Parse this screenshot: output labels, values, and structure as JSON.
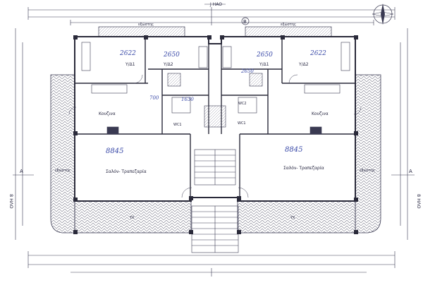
{
  "axes": {
    "top": "J HAO",
    "b_top": "B",
    "b_right": "8 ΗΛΟ",
    "b_left": "8 ΗΛΟ",
    "a_left": "A",
    "a_right": "A"
  },
  "rooms": {
    "verandah_top_left": "εξώστης",
    "verandah_top_right": "εξώστης",
    "verandah_mid_left": "εξώστης",
    "verandah_mid_right": "εξώστης",
    "bedroom_1_left": "Υ/Δ1",
    "bedroom_2_left": "Υ/Δ2",
    "bedroom_1_right": "Υ/Δ1",
    "bedroom_2_right": "Υ/Δ2",
    "kitchen_left": "Κουζινα",
    "kitchen_right": "Κουζινα",
    "living_left": "Σαλόν- Τραπεζαρία",
    "living_right": "Σαλόν- Τραπεζαρία",
    "wc_left": "WC1",
    "wc_right": "WC2",
    "wc_center": "WC1",
    "veranda_bottom_left": "ΥΧ",
    "veranda_bottom_right": "ΥΧ"
  },
  "handwritten": {
    "area_1": "2622",
    "area_2": "2650",
    "area_3": "2650",
    "area_4": "2622",
    "area_5": "700",
    "area_6": "1630",
    "area_7": "8845",
    "area_8": "8845",
    "area_9": "2650"
  },
  "colors": {
    "line": "#3a3a52",
    "wall": "#2a2a3a",
    "hand": "#3a4aa8",
    "hatch": "#7a7a8a"
  }
}
